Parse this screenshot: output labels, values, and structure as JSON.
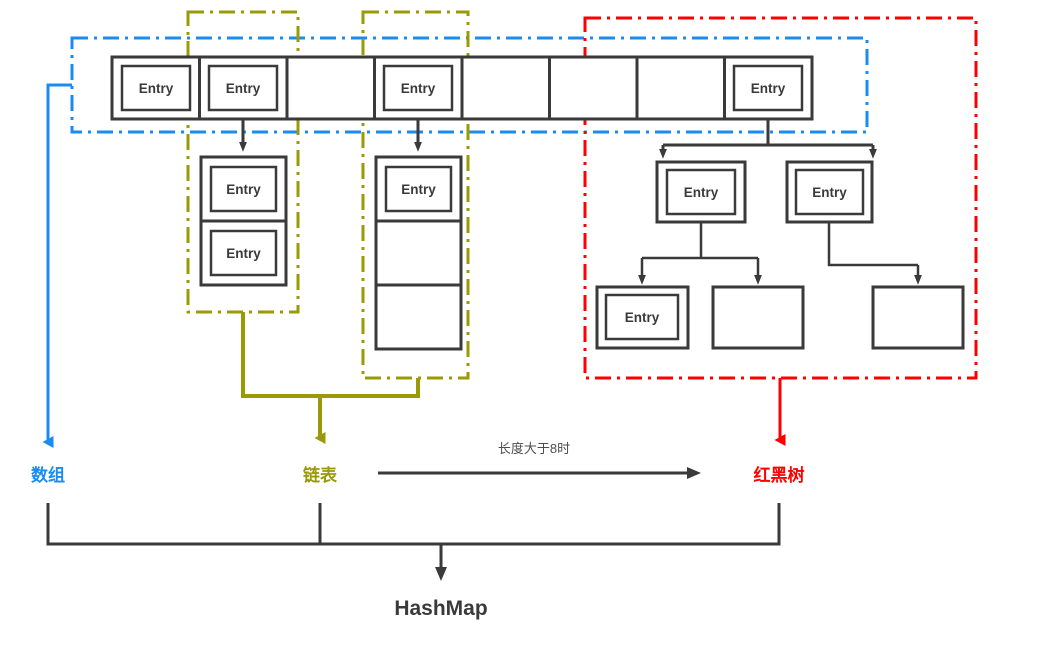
{
  "diagram": {
    "title": "HashMap",
    "entry_label": "Entry",
    "colors": {
      "array": "#1a8cf0",
      "linked_list": "#9a9a06",
      "red_black_tree": "#ff0000",
      "box_stroke": "#3a3a3a",
      "connector": "#3a3a3a",
      "text": "#3a3a3a"
    },
    "groups": [
      {
        "key": "array",
        "label": "数组",
        "color": "#1a8cf0"
      },
      {
        "key": "linked_list",
        "label": "链表",
        "color": "#9a9a06"
      },
      {
        "key": "red_black_tree",
        "label": "红黑树",
        "color": "#ff0000"
      }
    ],
    "transition": {
      "from": "链表",
      "to": "红黑树",
      "condition_label": "长度大于8时"
    },
    "bucket_array": {
      "cells": [
        {
          "index": 0,
          "filled": true,
          "label": "Entry"
        },
        {
          "index": 1,
          "filled": true,
          "label": "Entry"
        },
        {
          "index": 2,
          "filled": false,
          "label": ""
        },
        {
          "index": 3,
          "filled": true,
          "label": "Entry"
        },
        {
          "index": 4,
          "filled": false,
          "label": ""
        },
        {
          "index": 5,
          "filled": false,
          "label": ""
        },
        {
          "index": 6,
          "filled": false,
          "label": ""
        },
        {
          "index": 7,
          "filled": true,
          "label": "Entry"
        }
      ]
    },
    "linked_lists": [
      {
        "source_cell": 1,
        "nodes": [
          {
            "filled": true,
            "label": "Entry"
          },
          {
            "filled": true,
            "label": "Entry"
          }
        ]
      },
      {
        "source_cell": 3,
        "nodes": [
          {
            "filled": true,
            "label": "Entry"
          },
          {
            "filled": false,
            "label": ""
          },
          {
            "filled": false,
            "label": ""
          }
        ]
      }
    ],
    "tree": {
      "source_cell": 7,
      "level1": [
        {
          "filled": true,
          "label": "Entry"
        },
        {
          "filled": true,
          "label": "Entry"
        }
      ],
      "level2": [
        {
          "filled": true,
          "label": "Entry"
        },
        {
          "filled": false,
          "label": ""
        },
        {
          "filled": false,
          "label": ""
        }
      ]
    }
  }
}
